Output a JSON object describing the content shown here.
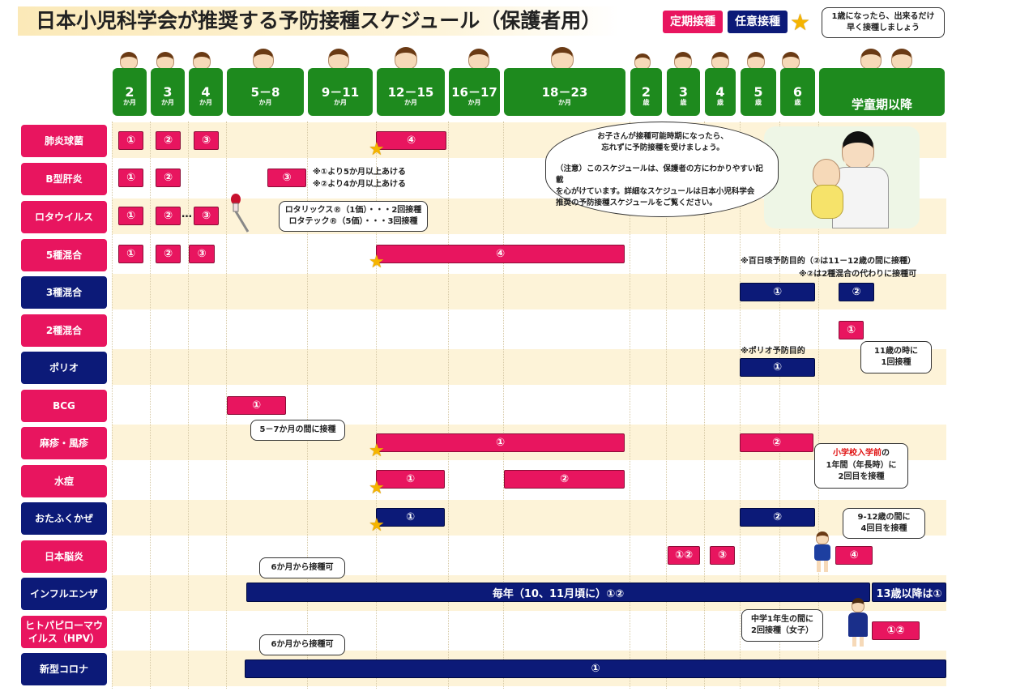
{
  "title": "日本小児科学会が推奨する予防接種スケジュール（保護者用）",
  "legend": {
    "routine": {
      "label": "定期接種",
      "color": "#e8155f"
    },
    "optional": {
      "label": "任意接種",
      "color": "#0c1a78"
    },
    "star_note": "1歳になったら、出来るだけ早く接種しましょう"
  },
  "age_columns": [
    {
      "num": "2",
      "unit": "か月"
    },
    {
      "num": "3",
      "unit": "か月"
    },
    {
      "num": "4",
      "unit": "か月"
    },
    {
      "num": "5－8",
      "unit": "か月"
    },
    {
      "num": "9－11",
      "unit": "か月"
    },
    {
      "num": "12－15",
      "unit": "か月"
    },
    {
      "num": "16－17",
      "unit": "か月"
    },
    {
      "num": "18－23",
      "unit": "か月"
    },
    {
      "num": "2",
      "unit": "歳"
    },
    {
      "num": "3",
      "unit": "歳"
    },
    {
      "num": "4",
      "unit": "歳"
    },
    {
      "num": "5",
      "unit": "歳"
    },
    {
      "num": "6",
      "unit": "歳"
    },
    {
      "num": "学童期以降",
      "unit": ""
    }
  ],
  "vaccines": [
    {
      "label": "肺炎球菌",
      "type": "routine"
    },
    {
      "label": "B型肝炎",
      "type": "routine"
    },
    {
      "label": "ロタウイルス",
      "type": "routine"
    },
    {
      "label": "5種混合",
      "type": "routine"
    },
    {
      "label": "3種混合",
      "type": "optional"
    },
    {
      "label": "2種混合",
      "type": "routine"
    },
    {
      "label": "ポリオ",
      "type": "optional"
    },
    {
      "label": "BCG",
      "type": "routine"
    },
    {
      "label": "麻疹・風疹",
      "type": "routine"
    },
    {
      "label": "水痘",
      "type": "routine"
    },
    {
      "label": "おたふくかぜ",
      "type": "optional"
    },
    {
      "label": "日本脳炎",
      "type": "routine"
    },
    {
      "label": "インフルエンザ",
      "type": "optional"
    },
    {
      "label": "ヒトパピローマウイルス（HPV）",
      "type": "routine"
    },
    {
      "label": "新型コロナ",
      "type": "optional"
    }
  ],
  "doses": [
    {
      "row": 0,
      "label": "①",
      "type": "routine"
    },
    {
      "row": 0,
      "label": "②",
      "type": "routine"
    },
    {
      "row": 0,
      "label": "③",
      "type": "routine"
    },
    {
      "row": 0,
      "label": "④",
      "type": "routine"
    },
    {
      "row": 1,
      "label": "①",
      "type": "routine"
    },
    {
      "row": 1,
      "label": "②",
      "type": "routine"
    },
    {
      "row": 1,
      "label": "③",
      "type": "routine"
    },
    {
      "row": 2,
      "label": "①",
      "type": "routine"
    },
    {
      "row": 2,
      "label": "②",
      "type": "routine"
    },
    {
      "row": 2,
      "label": "③",
      "type": "routine"
    },
    {
      "row": 3,
      "label": "①",
      "type": "routine"
    },
    {
      "row": 3,
      "label": "②",
      "type": "routine"
    },
    {
      "row": 3,
      "label": "③",
      "type": "routine"
    },
    {
      "row": 3,
      "label": "④",
      "type": "routine"
    },
    {
      "row": 4,
      "label": "①",
      "type": "optional"
    },
    {
      "row": 4,
      "label": "②",
      "type": "optional"
    },
    {
      "row": 5,
      "label": "①",
      "type": "routine"
    },
    {
      "row": 6,
      "label": "①",
      "type": "optional"
    },
    {
      "row": 7,
      "label": "①",
      "type": "routine"
    },
    {
      "row": 8,
      "label": "①",
      "type": "routine"
    },
    {
      "row": 8,
      "label": "②",
      "type": "routine"
    },
    {
      "row": 9,
      "label": "①",
      "type": "routine"
    },
    {
      "row": 9,
      "label": "②",
      "type": "routine"
    },
    {
      "row": 10,
      "label": "①",
      "type": "optional"
    },
    {
      "row": 10,
      "label": "②",
      "type": "optional"
    },
    {
      "row": 11,
      "label": "①②",
      "type": "routine"
    },
    {
      "row": 11,
      "label": "③",
      "type": "routine"
    },
    {
      "row": 11,
      "label": "④",
      "type": "routine"
    },
    {
      "row": 12,
      "label": "毎年（10、11月頃に）①②",
      "type": "optional"
    },
    {
      "row": 12,
      "label": "13歳以降は①",
      "type": "optional"
    },
    {
      "row": 13,
      "label": "①②",
      "type": "routine"
    },
    {
      "row": 14,
      "label": "①",
      "type": "optional"
    }
  ],
  "dose_ellipsis": "…",
  "notes": {
    "hepb_1": "※①より5か月以上あける",
    "hepb_2": "※②より4か月以上あける",
    "rota_1": "ロタリックス®（1価）・・・2回接種",
    "rota_2": "ロタテック®（5価）・・・3回接種",
    "pertussis_1": "※百日咳予防目的（②は11－12歳の間に接種）",
    "pertussis_2": "※②は2種混合の代わりに接種可",
    "polio": "※ポリオ予防目的",
    "dt_1": "11歳の時に",
    "dt_2": "1回接種",
    "bcg": "5－7か月の間に接種",
    "mr_1_red": "小学校入学前",
    "mr_1_rest": "の",
    "mr_2": "1年間（年長時）に",
    "mr_3": "2回目を接種",
    "je_1": "9-12歳の間に",
    "je_2": "4回目を接種",
    "flu": "6か月から接種可",
    "hpv_1": "中学1年生の間に",
    "hpv_2": "2回接種（女子）",
    "covid": "6か月から接種可",
    "speech_1": "お子さんが接種可能時期になったら、",
    "speech_2": "忘れずに予防接種を受けましょう。",
    "speech_3": "（注意）このスケジュールは、保護者の方にわかりやすい記載",
    "speech_4": "を心がけています。詳細なスケジュールは日本小児科学会",
    "speech_5": "推奨の予防接種スケジュールをご覧ください。"
  }
}
